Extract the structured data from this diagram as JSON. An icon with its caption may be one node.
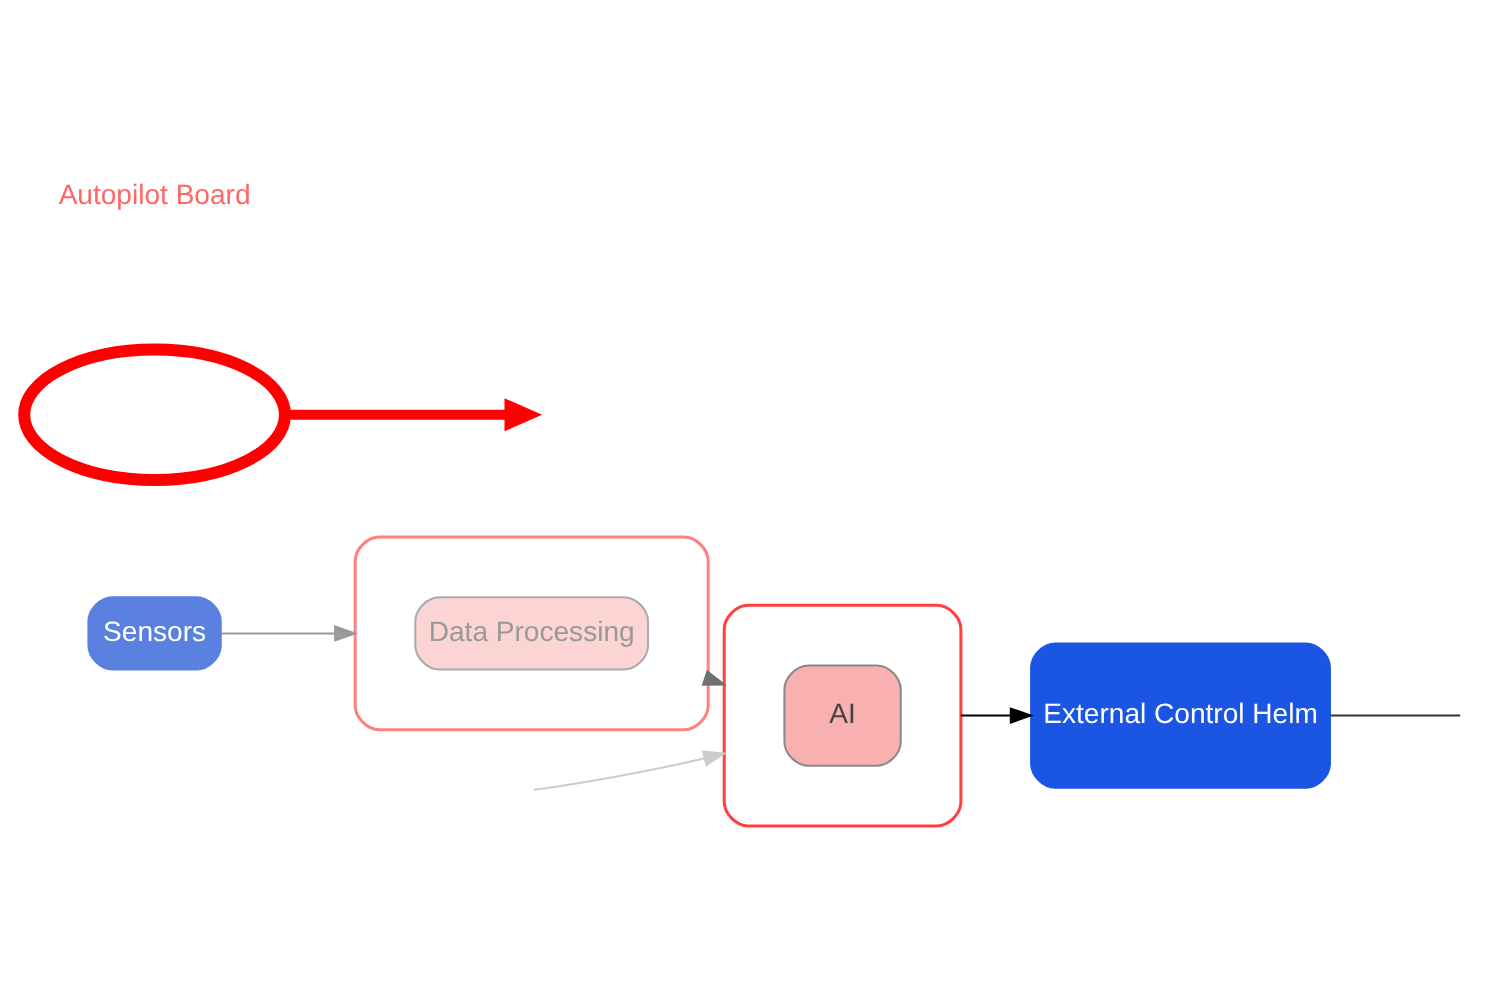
{
  "diagram": {
    "nodes": [
      {
        "text": [
          "Sensors"
        ]
      },
      {
        "text": [],
        "shape": "box"
      },
      {
        "text": [
          "Data Processing"
        ],
        "in": 1
      },
      {
        "text": [
          "External Control Helm"
        ]
      },
      {
        "text": [],
        "shape": "box"
      },
      {
        "text": [
          "AI"
        ],
        "in": 4
      },
      {
        "text": [],
        "shape": "ellipse"
      }
    ],
    "edges": [
      {
        "from": 0,
        "to": 1,
        "arrow": "to",
        "color": "#9a9a9a"
      },
      {
        "from": 1,
        "to": 4,
        "arrow": "to",
        "color": "#707070"
      },
      {
        "from": 4,
        "to": 3,
        "arrow": "to",
        "color": "#000000"
      },
      {
        "from": 3,
        "to": null,
        "arrow": "none",
        "color": "#333333"
      },
      {
        "from": null,
        "to": 4,
        "arrow": "to",
        "color": "#cccccc"
      },
      {
        "from": 6,
        "to": null,
        "arrow": "to",
        "style": "thick",
        "color": "#ff0000"
      }
    ],
    "labels": [
      "Autopilot Board"
    ]
  }
}
